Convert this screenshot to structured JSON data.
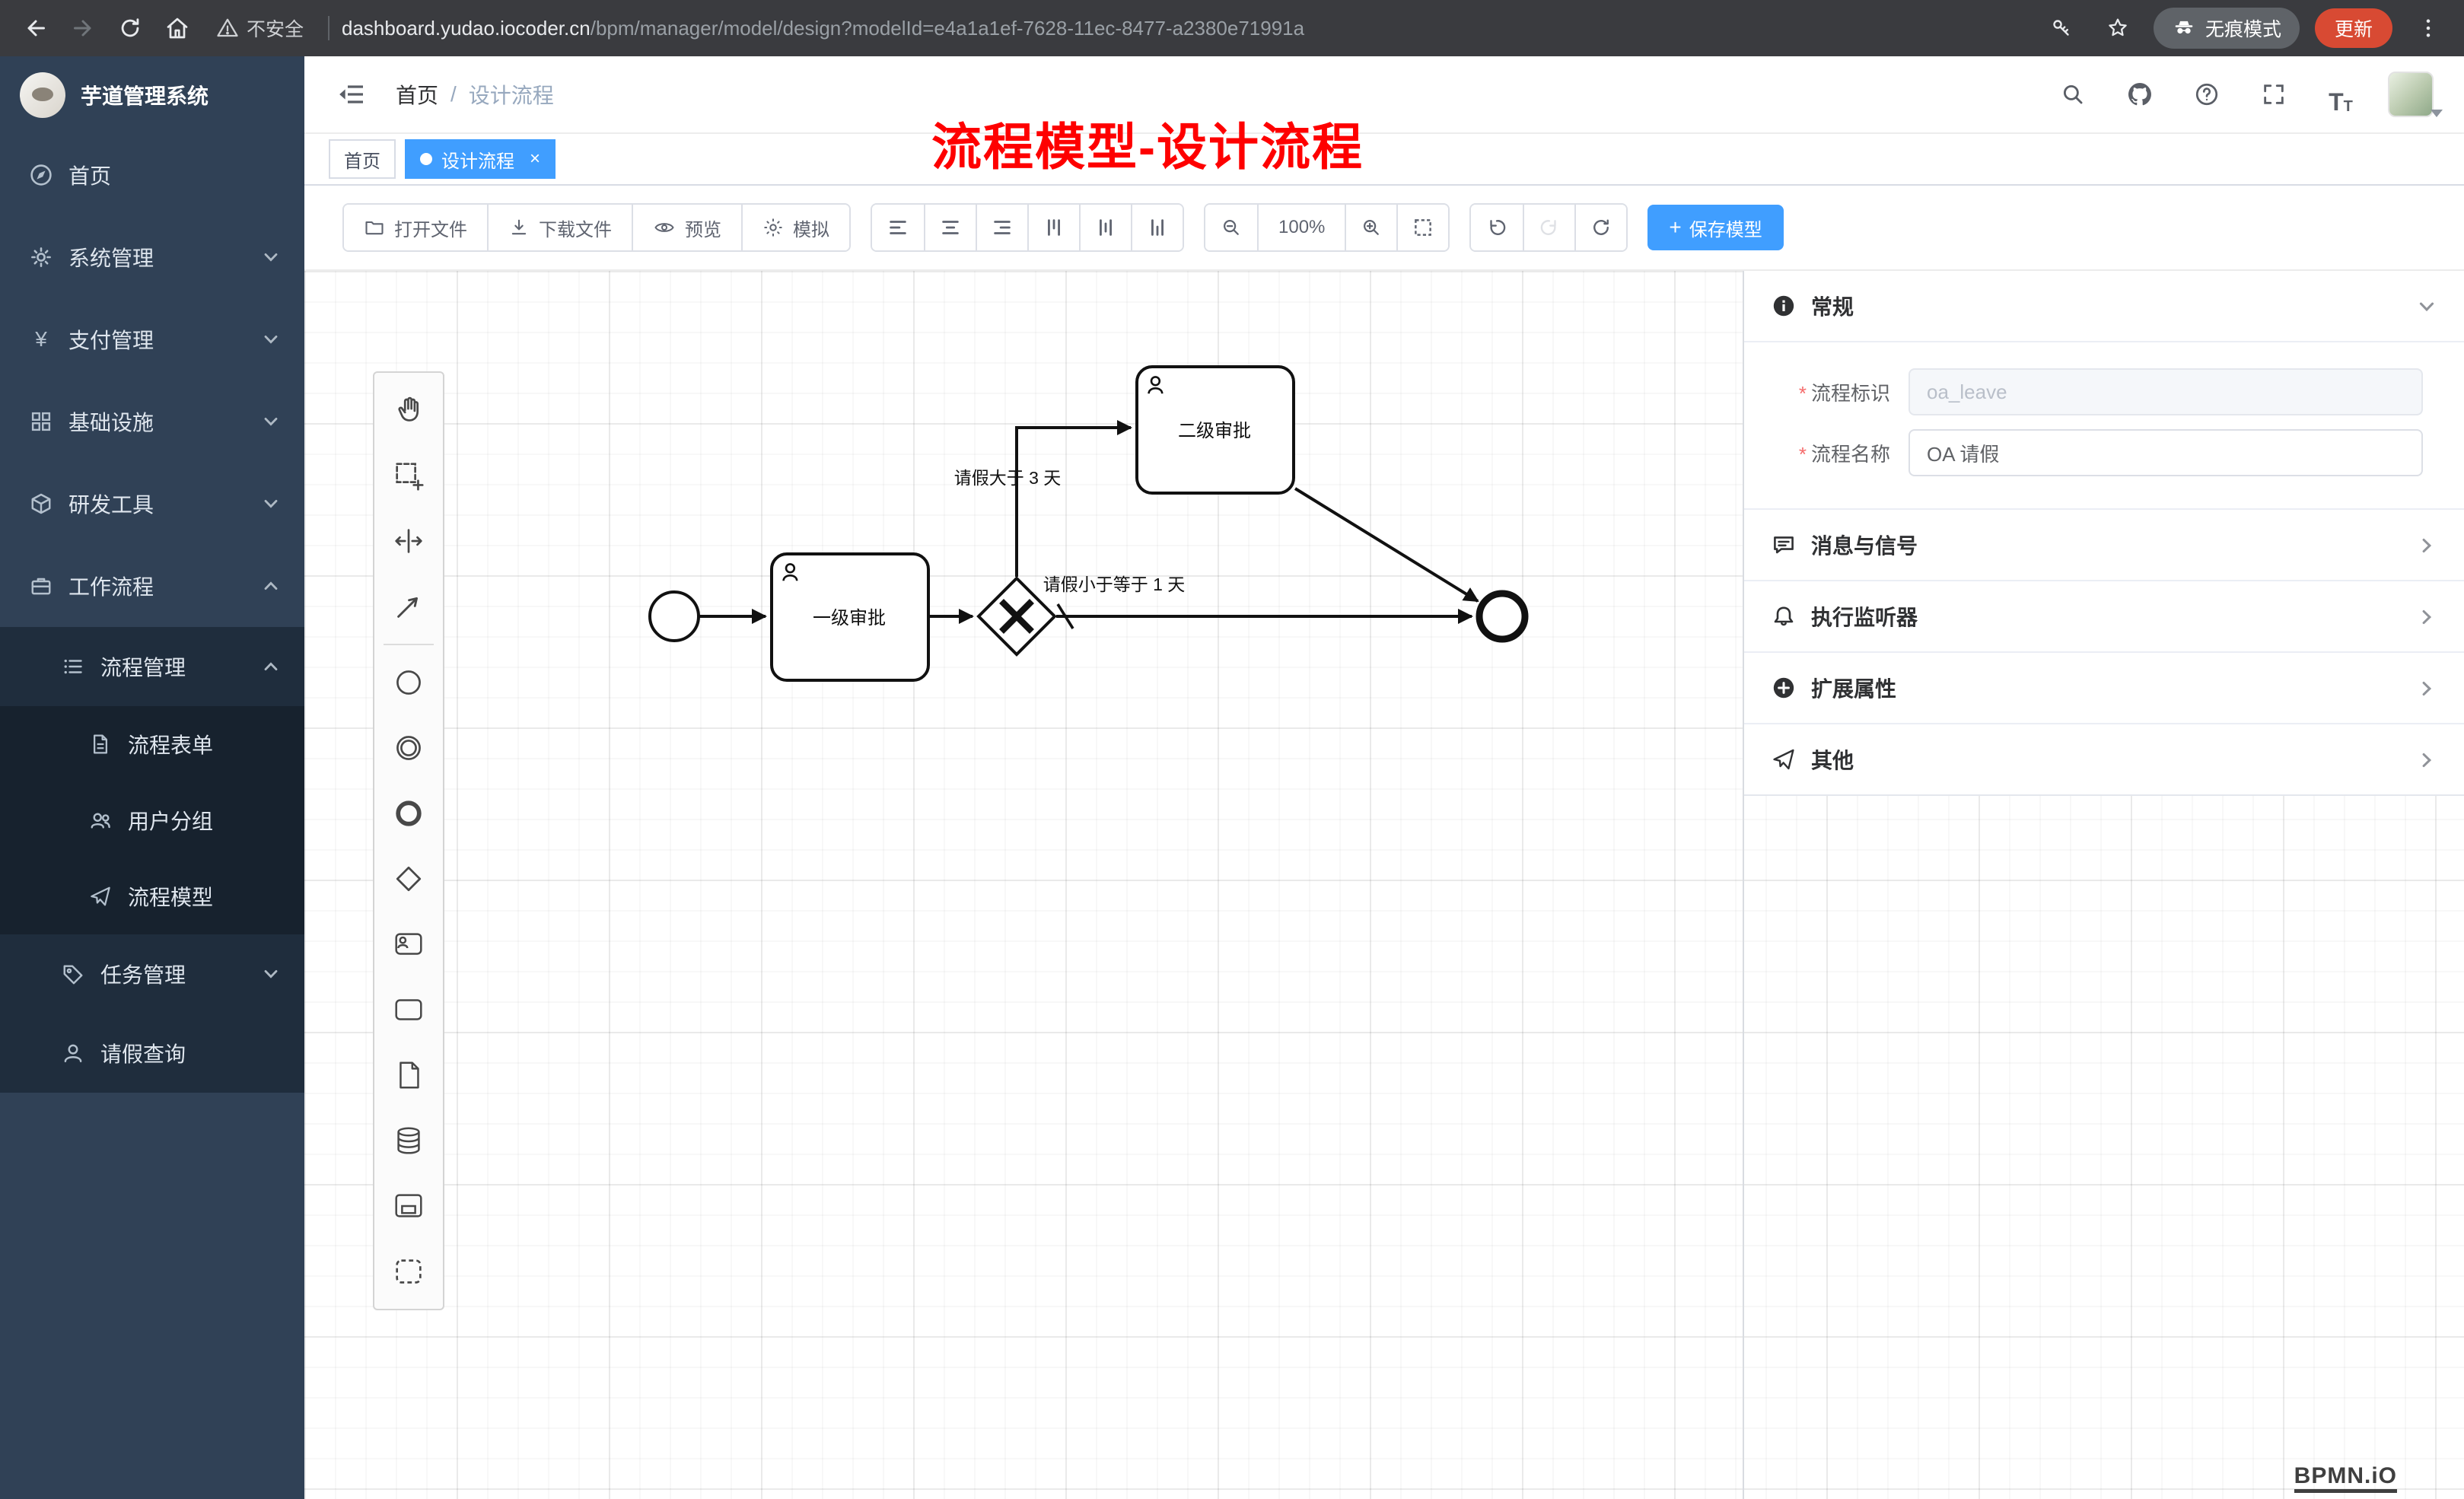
{
  "chrome": {
    "security": "不安全",
    "url_domain": "dashboard.yudao.iocoder.cn",
    "url_path": "/bpm/manager/model/design?modelId=e4a1a1ef-7628-11ec-8477-a2380e71991a",
    "incognito": "无痕模式",
    "update": "更新"
  },
  "sidebar": {
    "logo": "芋道管理系统",
    "items": [
      {
        "label": "首页"
      },
      {
        "label": "系统管理"
      },
      {
        "label": "支付管理"
      },
      {
        "label": "基础设施"
      },
      {
        "label": "研发工具"
      },
      {
        "label": "工作流程"
      },
      {
        "label": "流程管理"
      },
      {
        "label": "流程表单"
      },
      {
        "label": "用户分组"
      },
      {
        "label": "流程模型"
      },
      {
        "label": "任务管理"
      },
      {
        "label": "请假查询"
      }
    ]
  },
  "navbar": {
    "breadcrumb1": "首页",
    "separator": "/",
    "breadcrumb2": "设计流程"
  },
  "annotation": "流程模型-设计流程",
  "tabs": [
    {
      "label": "首页"
    },
    {
      "label": "设计流程"
    }
  ],
  "icons": {
    "plus": "+",
    "close": "×",
    "payment_yen": "¥"
  },
  "toolbar": {
    "open": "打开文件",
    "download": "下载文件",
    "preview": "预览",
    "simulate": "模拟",
    "zoom": "100%",
    "save": "保存模型"
  },
  "diagram": {
    "task1": "一级审批",
    "task2": "二级审批",
    "flow_top": "请假大于 3 天",
    "flow_bottom": "请假小于等于 1 天"
  },
  "panel": {
    "sections": {
      "general": "常规",
      "message": "消息与信号",
      "listener": "执行监听器",
      "ext": "扩展属性",
      "other": "其他"
    },
    "fields": {
      "key_label": "流程标识",
      "key_value": "oa_leave",
      "name_label": "流程名称",
      "name_value": "OA 请假"
    }
  },
  "watermark": "BPMN.iO"
}
